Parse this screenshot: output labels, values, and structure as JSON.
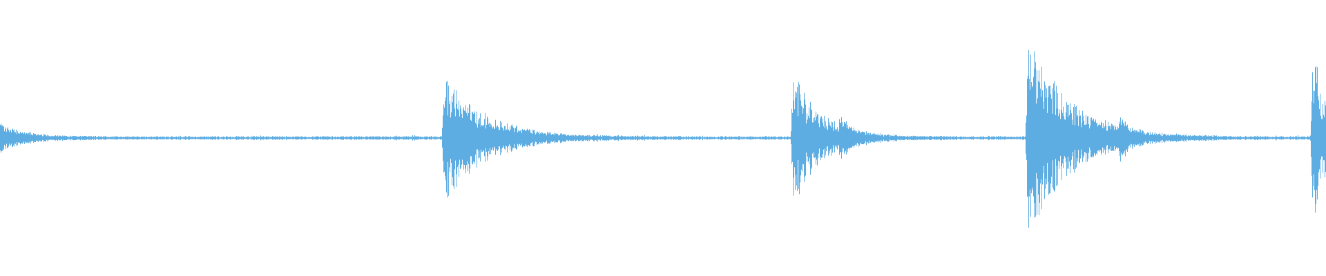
{
  "waveform": {
    "color": "#5dade2",
    "background": "#ffffff",
    "baseline_amplitude": 0.012,
    "noise_amplitude": 0.01,
    "events": [
      {
        "position": 0.0,
        "peak": 0.11,
        "decay": 0.018
      },
      {
        "position": 0.335,
        "peak": 0.5,
        "decay": 0.03
      },
      {
        "position": 0.598,
        "peak": 0.54,
        "decay": 0.02
      },
      {
        "position": 0.634,
        "peak": 0.12,
        "decay": 0.006
      },
      {
        "position": 0.775,
        "peak": 0.82,
        "decay": 0.03
      },
      {
        "position": 0.845,
        "peak": 0.12,
        "decay": 0.005
      },
      {
        "position": 0.99,
        "peak": 0.73,
        "decay": 0.01
      }
    ]
  }
}
